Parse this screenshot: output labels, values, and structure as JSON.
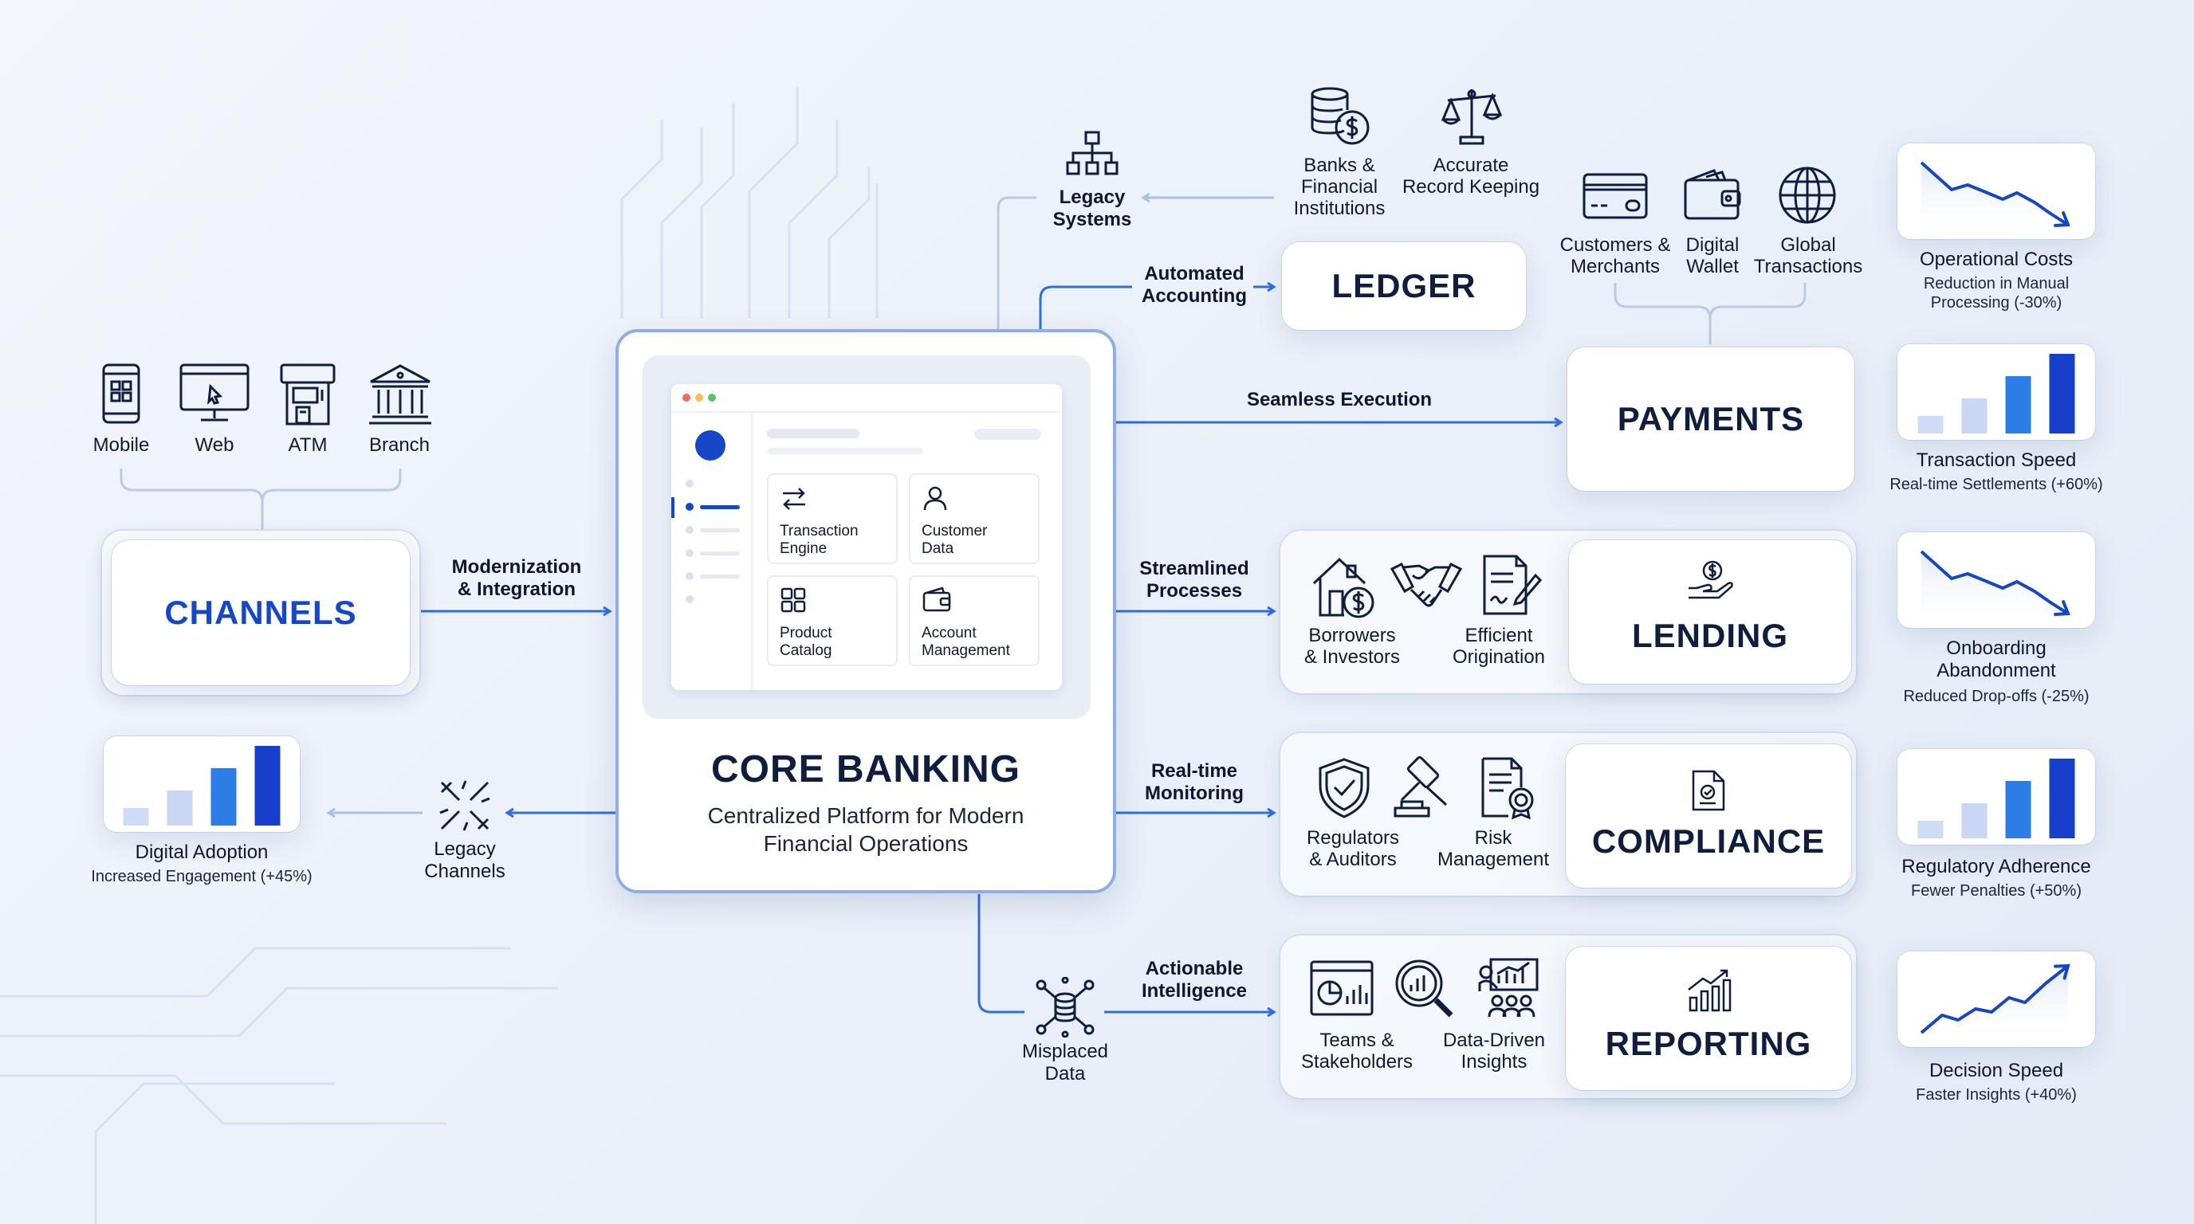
{
  "colors": {
    "accent": "#1547c7",
    "navy": "#0f1d3f",
    "line": "#2f6ee0",
    "pale": "#c9d7f2",
    "bar_light": "#cfdcf5",
    "bar_mid": "#2e7de6",
    "bar_dark": "#1640c9"
  },
  "channels": {
    "title": "CHANNELS",
    "items": [
      {
        "label": "Mobile",
        "icon": "smartphone-icon"
      },
      {
        "label": "Web",
        "icon": "monitor-icon"
      },
      {
        "label": "ATM",
        "icon": "atm-icon"
      },
      {
        "label": "Branch",
        "icon": "bank-building-icon"
      }
    ],
    "flow_label": "Modernization\n& Integration"
  },
  "core": {
    "title": "CORE BANKING",
    "subtitle": "Centralized Platform for Modern\nFinancial Operations",
    "modules": [
      {
        "label": "Transaction\nEngine",
        "icon": "swap-arrows-icon"
      },
      {
        "label": "Customer\nData",
        "icon": "user-icon"
      },
      {
        "label": "Product\nCatalog",
        "icon": "grid-icon"
      },
      {
        "label": "Account\nManagement",
        "icon": "wallet-icon"
      }
    ]
  },
  "legacy_systems": {
    "label": "Legacy\nSystems",
    "icon": "hierarchy-icon"
  },
  "legacy_channels": {
    "label": "Legacy\nChannels",
    "icon": "broken-connection-icon"
  },
  "misplaced_data": {
    "label": "Misplaced\nData",
    "icon": "database-network-icon"
  },
  "ledger": {
    "title": "LEDGER",
    "flow_label": "Automated\nAccounting",
    "stakeholders": [
      {
        "label": "Banks &\nFinancial\nInstitutions",
        "icon": "coins-dollar-icon"
      },
      {
        "label": "Accurate\nRecord Keeping",
        "icon": "scales-icon"
      }
    ]
  },
  "payments": {
    "title": "PAYMENTS",
    "flow_label": "Seamless Execution",
    "stakeholders": [
      {
        "label": "Customers &\nMerchants",
        "icon": "credit-card-icon"
      },
      {
        "label": "Digital\nWallet",
        "icon": "wallet-icon"
      },
      {
        "label": "Global\nTransactions",
        "icon": "globe-icon"
      }
    ]
  },
  "lending": {
    "title": "LENDING",
    "flow_label": "Streamlined\nProcesses",
    "icon": "hand-coin-icon",
    "stakeholders": [
      {
        "label": "Borrowers\n& Investors",
        "icon": "house-dollar-icon"
      },
      {
        "label": "Efficient\nOrigination",
        "icon": "handshake-icon"
      }
    ]
  },
  "compliance": {
    "title": "COMPLIANCE",
    "flow_label": "Real-time\nMonitoring",
    "icon": "document-check-icon",
    "stakeholders": [
      {
        "label": "Regulators\n& Auditors",
        "icon": "shield-check-icon"
      },
      {
        "label": "Risk\nManagement",
        "icon": "gavel-icon"
      }
    ]
  },
  "reporting": {
    "title": "REPORTING",
    "flow_label": "Actionable\nIntelligence",
    "icon": "growth-chart-icon",
    "stakeholders": [
      {
        "label": "Teams &\nStakeholders",
        "icon": "dashboard-icon"
      },
      {
        "label": "Data-Driven\nInsights",
        "icon": "magnifier-chart-icon"
      }
    ]
  },
  "metrics": [
    {
      "title": "Operational Costs",
      "subtitle": "Reduction in Manual\nProcessing (-30%)",
      "trend": "down"
    },
    {
      "title": "Transaction Speed",
      "subtitle": "Real-time Settlements (+60%)",
      "trend": "bars"
    },
    {
      "title": "Onboarding\nAbandonment",
      "subtitle": "Reduced Drop-offs (-25%)",
      "trend": "down"
    },
    {
      "title": "Regulatory Adherence",
      "subtitle": "Fewer Penalties (+50%)",
      "trend": "bars"
    },
    {
      "title": "Decision Speed",
      "subtitle": "Faster Insights (+40%)",
      "trend": "up"
    },
    {
      "title": "Digital Adoption",
      "subtitle": "Increased Engagement (+45%)",
      "trend": "bars"
    }
  ]
}
